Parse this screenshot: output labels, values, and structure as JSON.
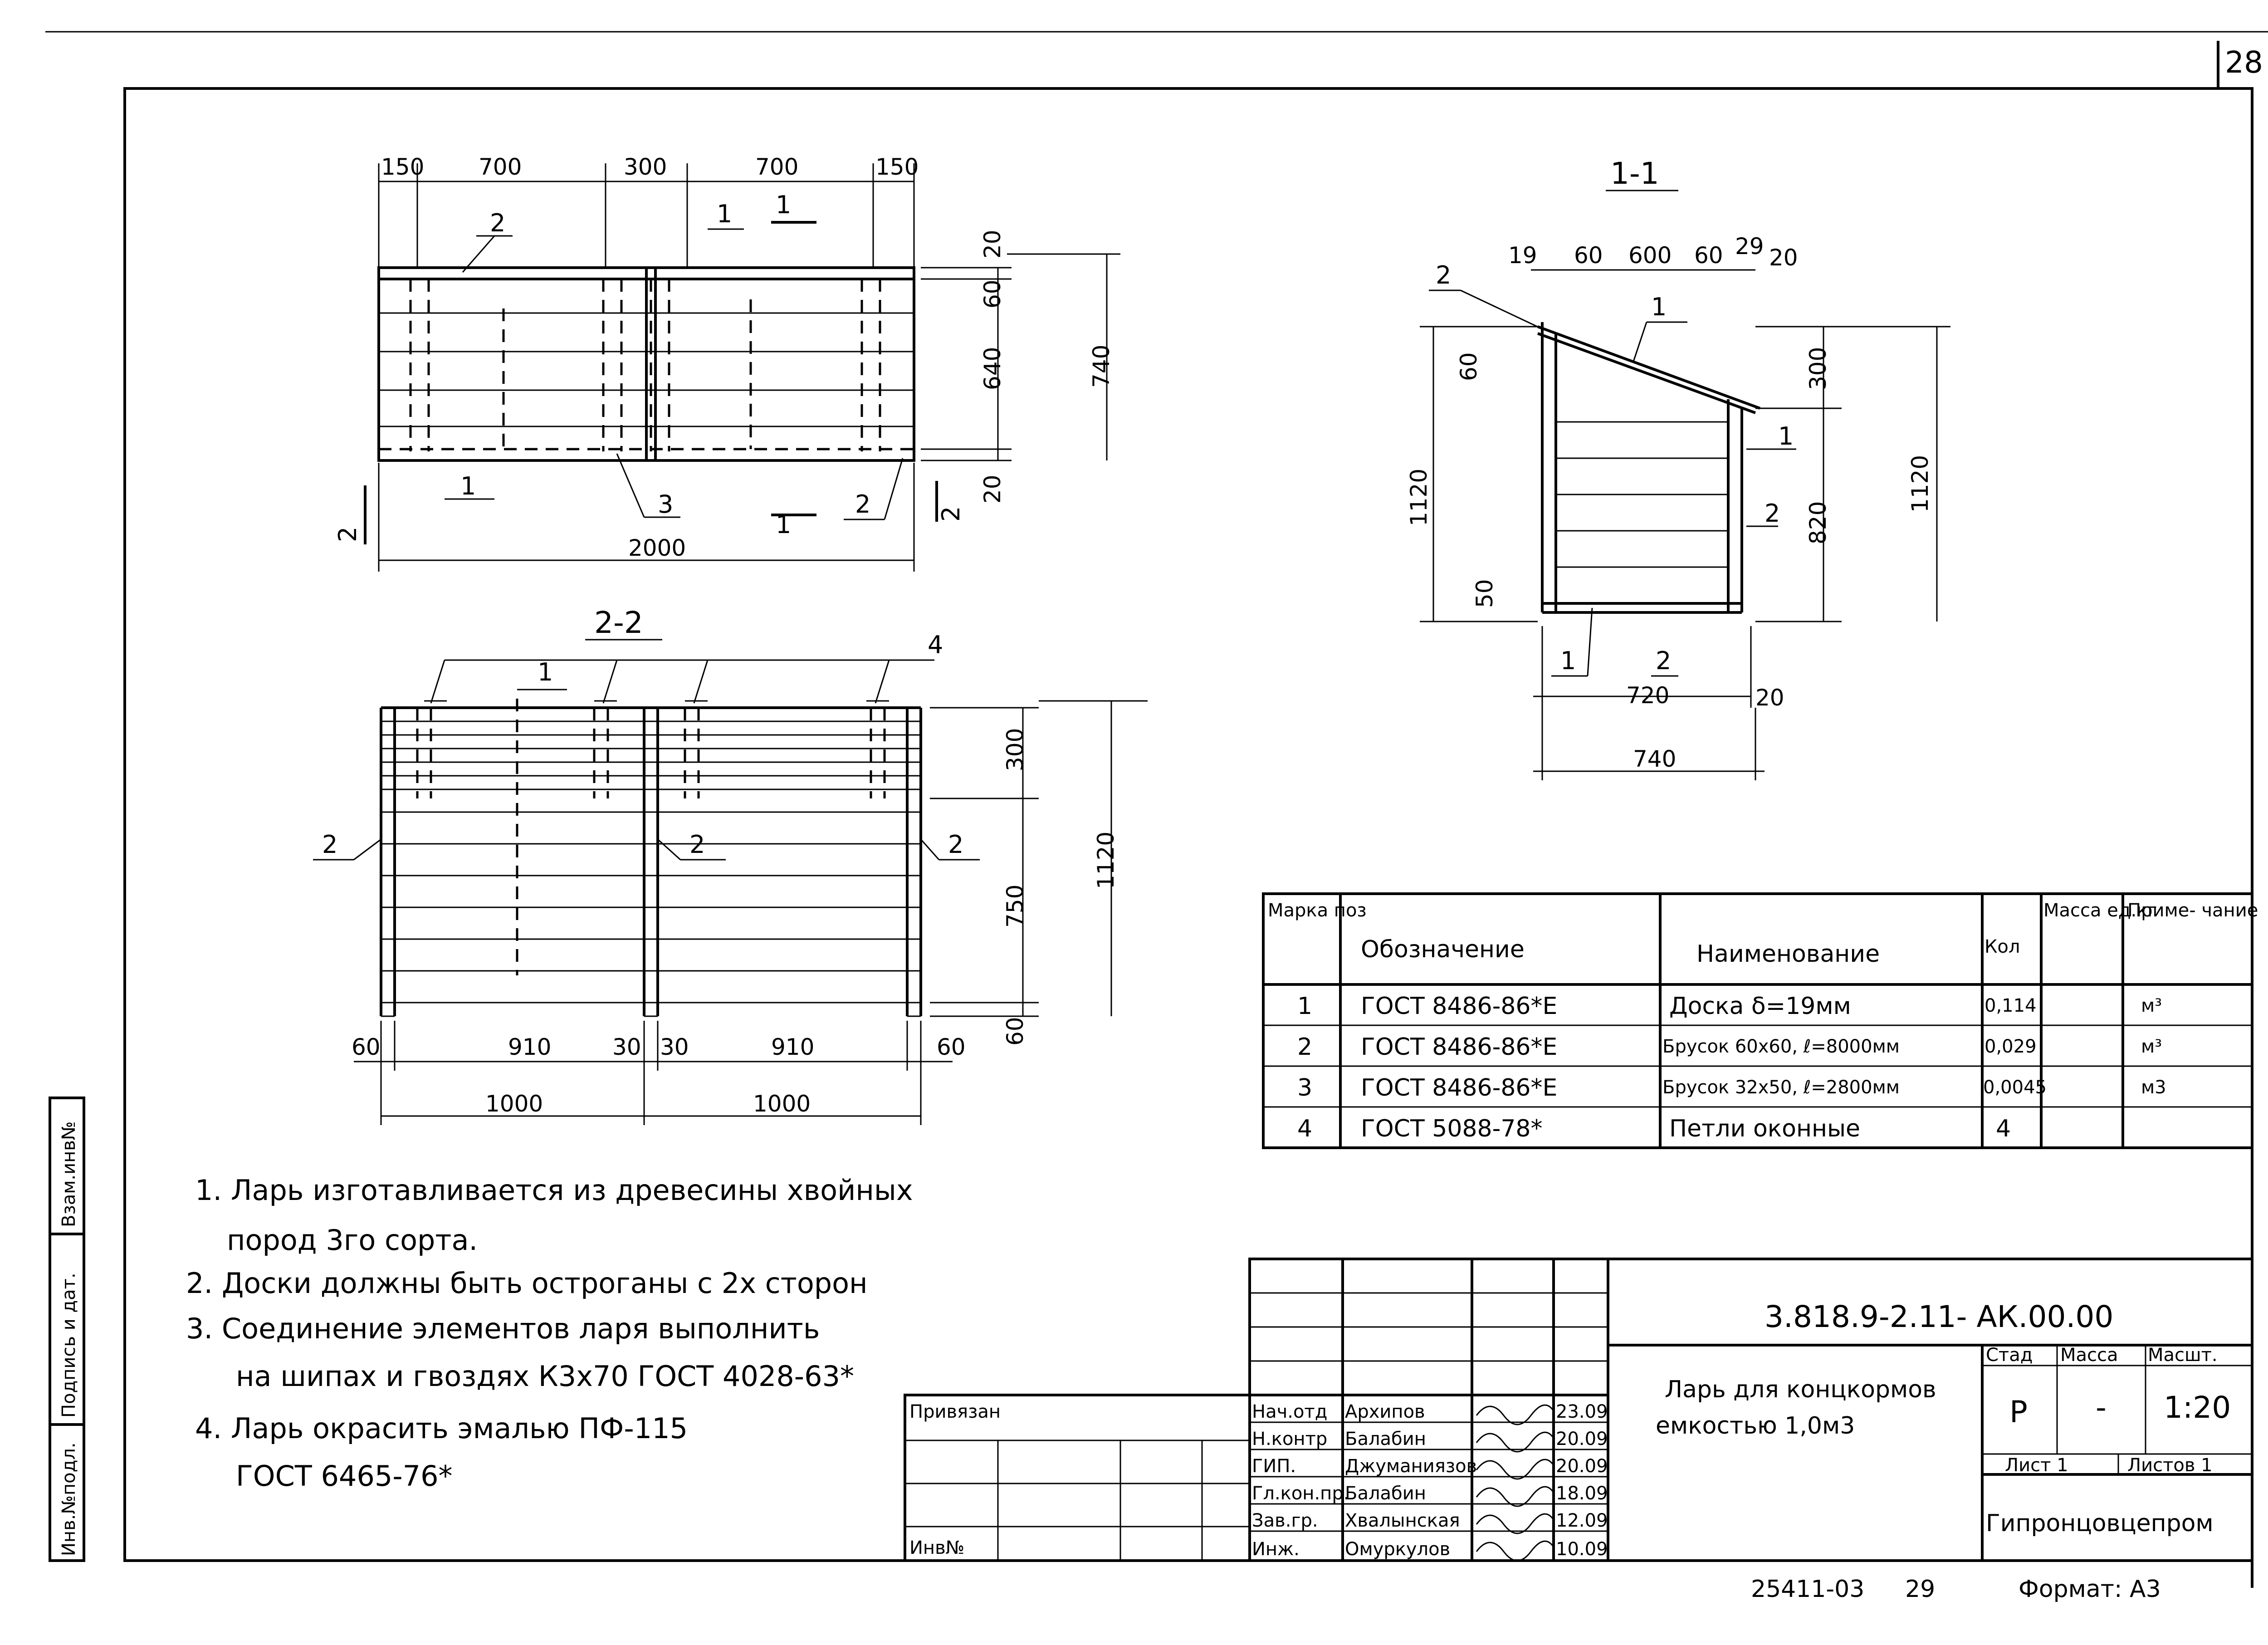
{
  "sheet_number": "28",
  "plan_view": {
    "dimensions_top": [
      "150",
      "700",
      "300",
      "700",
      "150"
    ],
    "dimensions_right": [
      "20",
      "60",
      "640",
      "20"
    ],
    "overall_height": "740",
    "overall_width": "2000",
    "callouts": [
      "1",
      "2",
      "3",
      "1",
      "2"
    ],
    "section_marks": [
      "1",
      "1",
      "2",
      "2"
    ]
  },
  "section_1_1": {
    "title": "1-1",
    "dimensions_top": [
      "19",
      "60",
      "600",
      "60",
      "29",
      "20"
    ],
    "dimensions_right": [
      "300",
      "820"
    ],
    "height_left": "1120",
    "height_right": "1120",
    "dim_60": "60",
    "dim_50": "50",
    "dim_720": "720",
    "dim_20": "20",
    "dim_740": "740",
    "callouts": [
      "2",
      "1",
      "1",
      "2",
      "1",
      "2"
    ]
  },
  "section_2_2": {
    "title": "2-2",
    "dimensions_bottom": [
      "60",
      "910",
      "30",
      "30",
      "910",
      "60"
    ],
    "dimensions_bottom2": [
      "1000",
      "1000"
    ],
    "dimensions_right": [
      "300",
      "750",
      "60"
    ],
    "overall_height": "1120",
    "callouts": [
      "1",
      "4",
      "2",
      "2",
      "2"
    ]
  },
  "spec_table": {
    "headers": [
      "Марка поз",
      "Обозначение",
      "Наименование",
      "Кол",
      "Масса ед.кг",
      "Приме- чание"
    ],
    "rows": [
      [
        "1",
        "ГОСТ 8486-86*Е",
        "Доска δ=19мм",
        "0,114",
        "",
        "м³"
      ],
      [
        "2",
        "ГОСТ 8486-86*Е",
        "Брусок 60x60, ℓ=8000мм",
        "0,029",
        "",
        "м³"
      ],
      [
        "3",
        "ГОСТ 8486-86*Е",
        "Брусок 32x50, ℓ=2800мм",
        "0,0045",
        "",
        "м3"
      ],
      [
        "4",
        "ГОСТ 5088-78*",
        "Петли оконные",
        "4",
        "",
        ""
      ]
    ]
  },
  "notes": [
    "1. Ларь изготавливается из древесины хвойных",
    "пород 3го сорта.",
    "2. Доски должны быть острoганы с 2х сторон",
    "3. Соединение элементов ларя выполнить",
    "на шипах и гвоздях К3х70 ГОСТ 4028-63*",
    "4. Ларь окрасить эмалью ПФ-115",
    "ГОСТ 6465-76*"
  ],
  "title_block": {
    "doc_code": "3.818.9-2.11- АК.00.00",
    "title_line1": "Ларь для концкормов",
    "title_line2": "емкостью 1,0м3",
    "stage_header": "Стад",
    "mass_header": "Масса",
    "scale_header": "Масшт.",
    "stage": "Р",
    "mass": "-",
    "scale": "1:20",
    "sheet_label": "Лист 1",
    "sheets_label": "Листов 1",
    "organization": "Гипронцовцепром",
    "attached": "Привязан",
    "inv_no": "Инв№",
    "signatures": [
      {
        "role": "Нач.отд",
        "name": "Архипов",
        "date": "23.09"
      },
      {
        "role": "Н.контр",
        "name": "Балабин",
        "date": "20.09"
      },
      {
        "role": "ГИП.",
        "name": "Джуманиязов",
        "date": "20.09"
      },
      {
        "role": "Гл.кон.пр.",
        "name": "Балабин",
        "date": "18.09"
      },
      {
        "role": "Зав.гр.",
        "name": "Хвалынская",
        "date": "12.09"
      },
      {
        "role": "Инж.",
        "name": "Омуркулов",
        "date": "10.09"
      }
    ]
  },
  "side_stamps": [
    "Инв.№подл.",
    "Подпись и дат.",
    "Взам.инв№"
  ],
  "footer": {
    "archive_no": "25411-03",
    "page": "29",
    "format": "Формат: А3"
  }
}
